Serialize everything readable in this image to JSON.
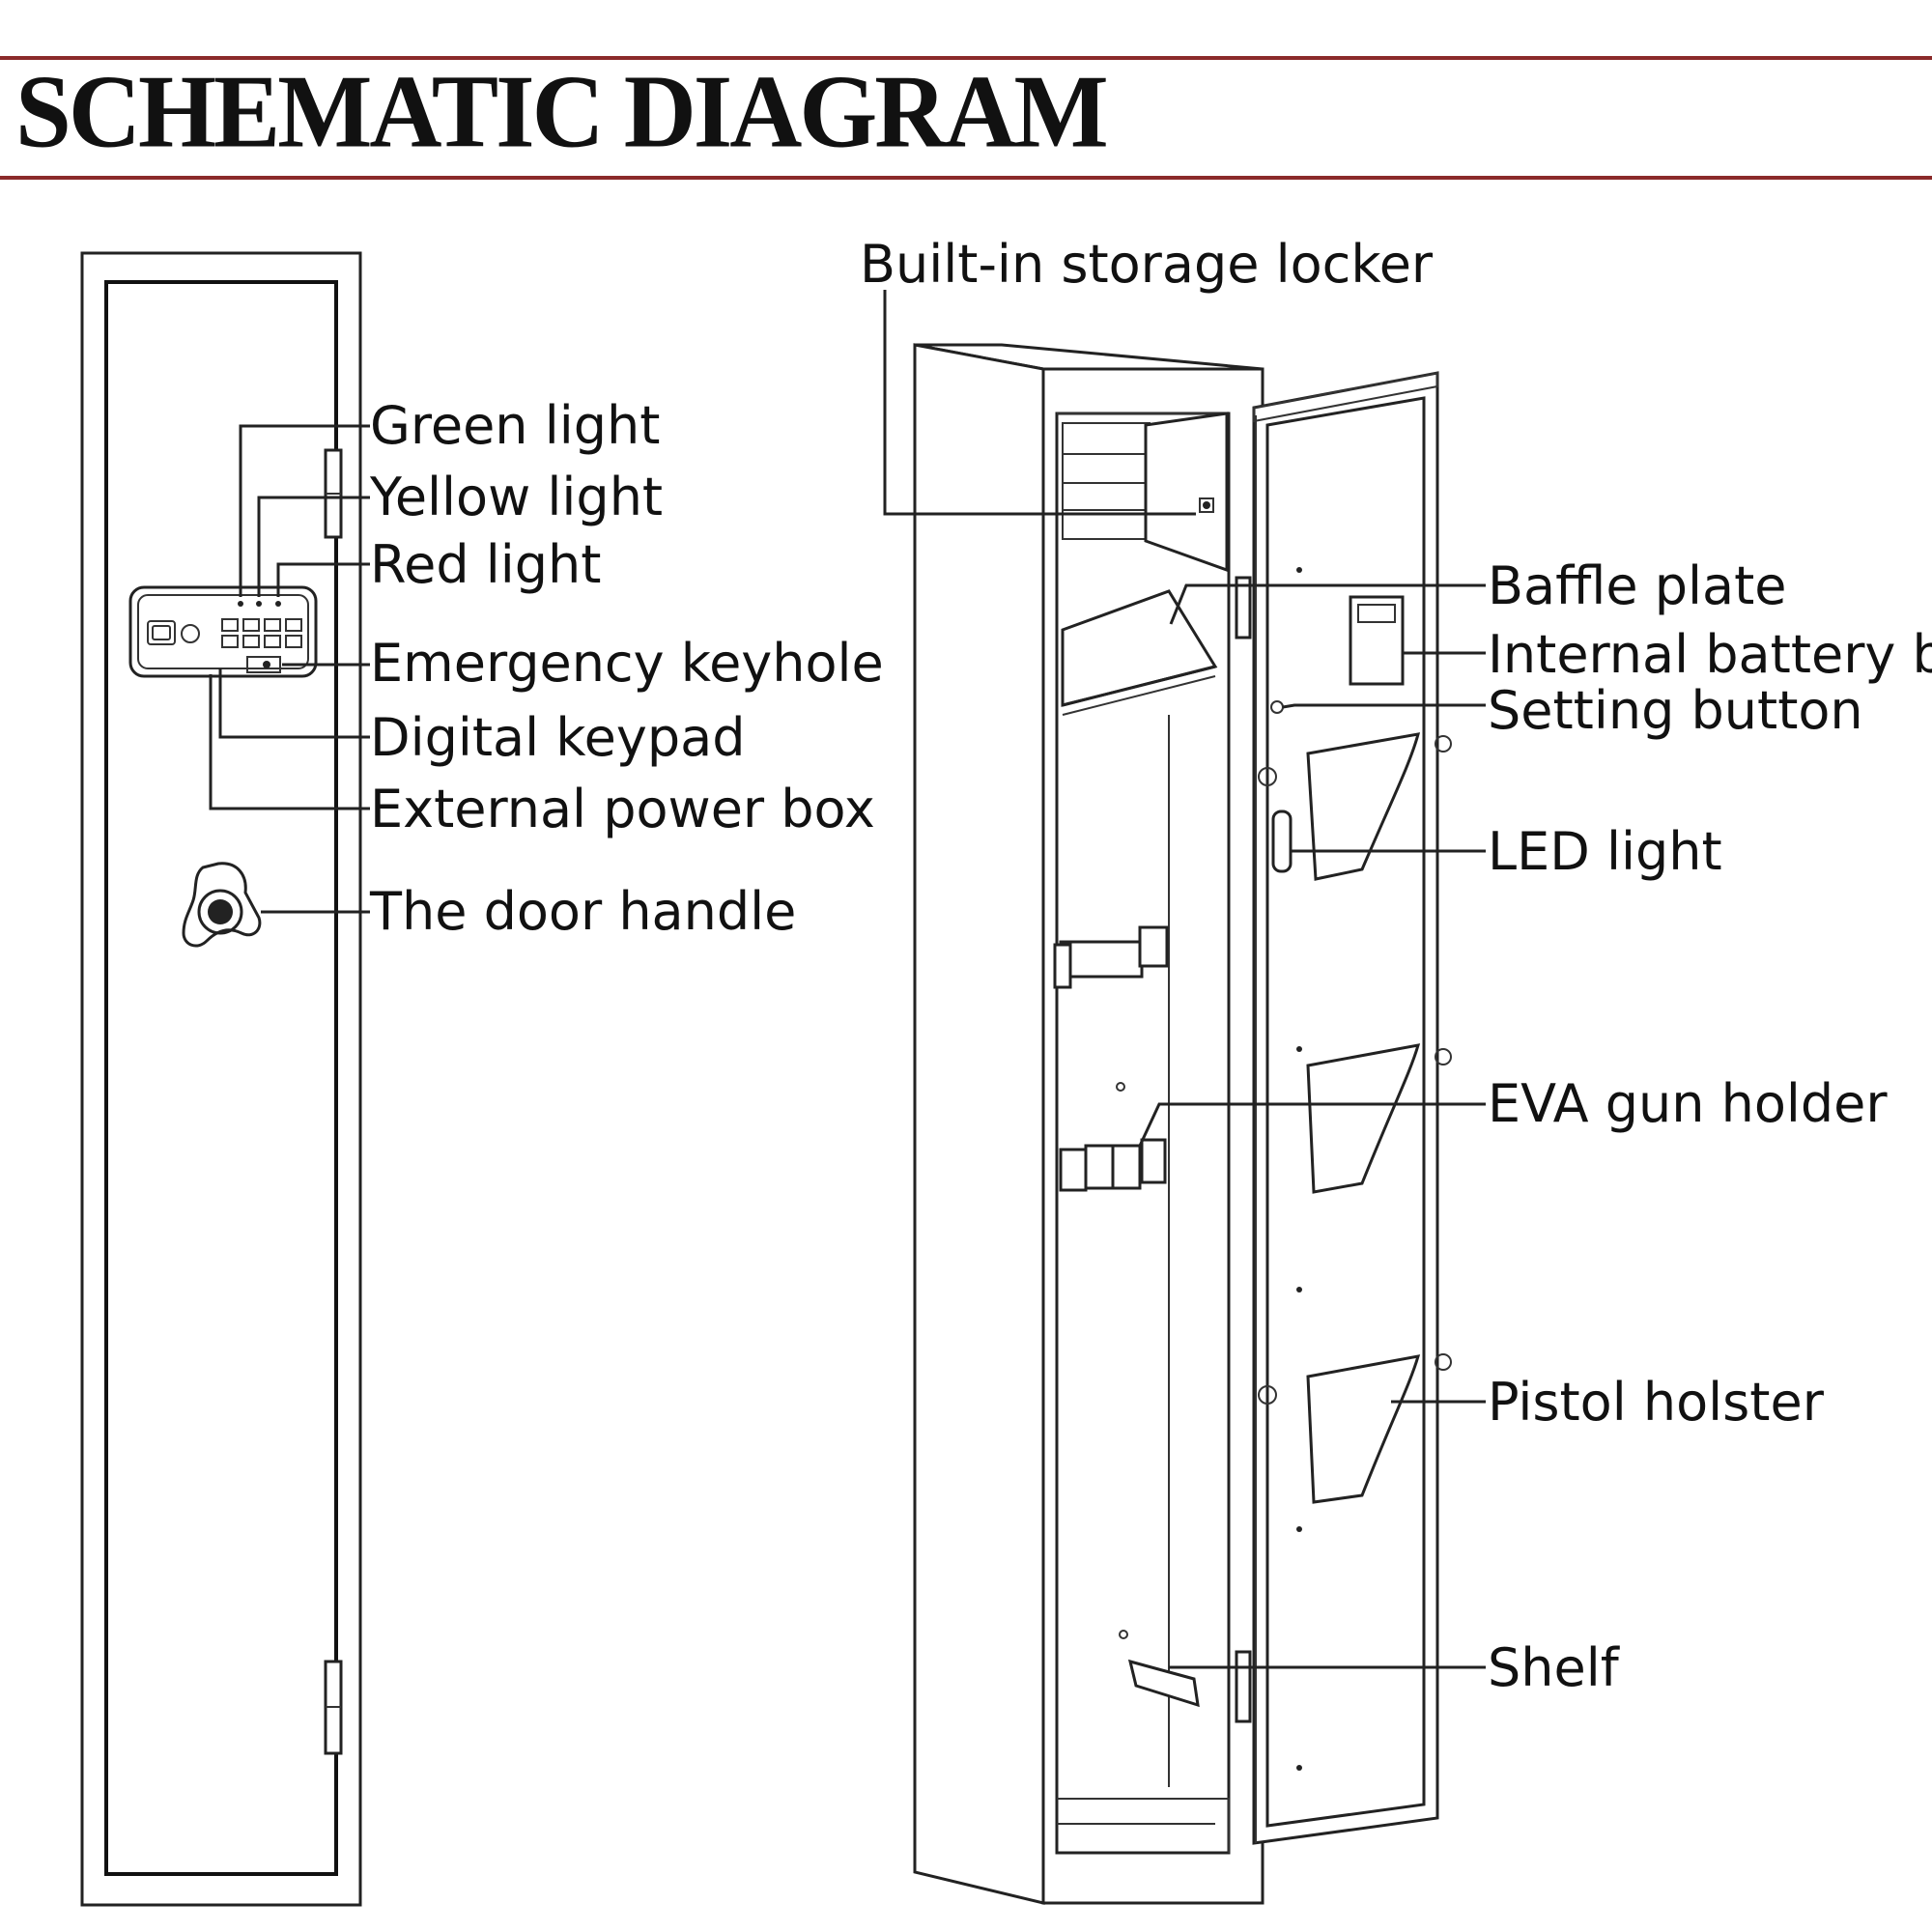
{
  "header": {
    "title": "SCHEMATIC DIAGRAM",
    "rule_color": "#8b2a2a"
  },
  "front_view": {
    "labels": {
      "green_light": "Green light",
      "yellow_light": "Yellow light",
      "red_light": "Red light",
      "emergency_keyhole": "Emergency keyhole",
      "digital_keypad": "Digital keypad",
      "external_power_box": "External power box",
      "door_handle": "The door handle"
    }
  },
  "open_view": {
    "labels": {
      "storage_locker": "Built-in storage locker",
      "baffle_plate": "Baffle plate",
      "battery_box": "Internal battery box",
      "setting_button": "Setting button",
      "led_light": "LED light",
      "eva_gun_holder": "EVA gun holder",
      "pistol_holster": "Pistol holster",
      "shelf": "Shelf"
    }
  }
}
